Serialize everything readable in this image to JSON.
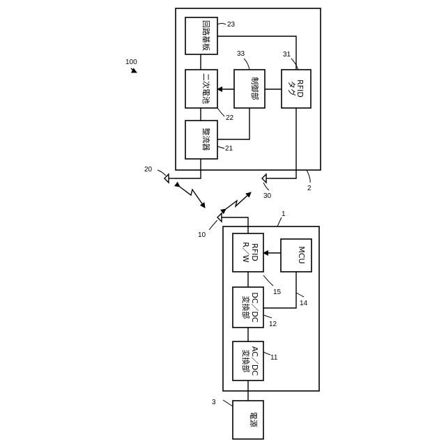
{
  "diagram": {
    "system_ref": "100",
    "top_device": {
      "ref": "2",
      "blocks": {
        "circuit_board": {
          "label": "回路基板",
          "ref": "23"
        },
        "secondary_battery": {
          "label": "二次電池",
          "ref": "22"
        },
        "rectifier": {
          "label": "整流器",
          "ref": "21"
        },
        "controller": {
          "label": "制御部",
          "ref": "33"
        },
        "rfid_tag": {
          "label_line1": "RFID",
          "label_line2": "タグ",
          "ref": "31"
        }
      },
      "antenna_power_ref": "20",
      "antenna_tag_ref": "30"
    },
    "bottom_device": {
      "ref": "1",
      "blocks": {
        "ac_dc": {
          "label_line1": "AC／DC",
          "label_line2": "変換部",
          "ref": "11"
        },
        "dc_dc": {
          "label_line1": "DC／DC",
          "label_line2": "変換部",
          "ref": "12"
        },
        "rfid_rw": {
          "label_line1": "RFID",
          "label_line2": "R／W",
          "ref": "15"
        },
        "mcu": {
          "label": "MCU",
          "ref": "14"
        }
      },
      "antenna_ref": "10"
    },
    "power_source": {
      "label": "電源",
      "ref": "3"
    }
  }
}
